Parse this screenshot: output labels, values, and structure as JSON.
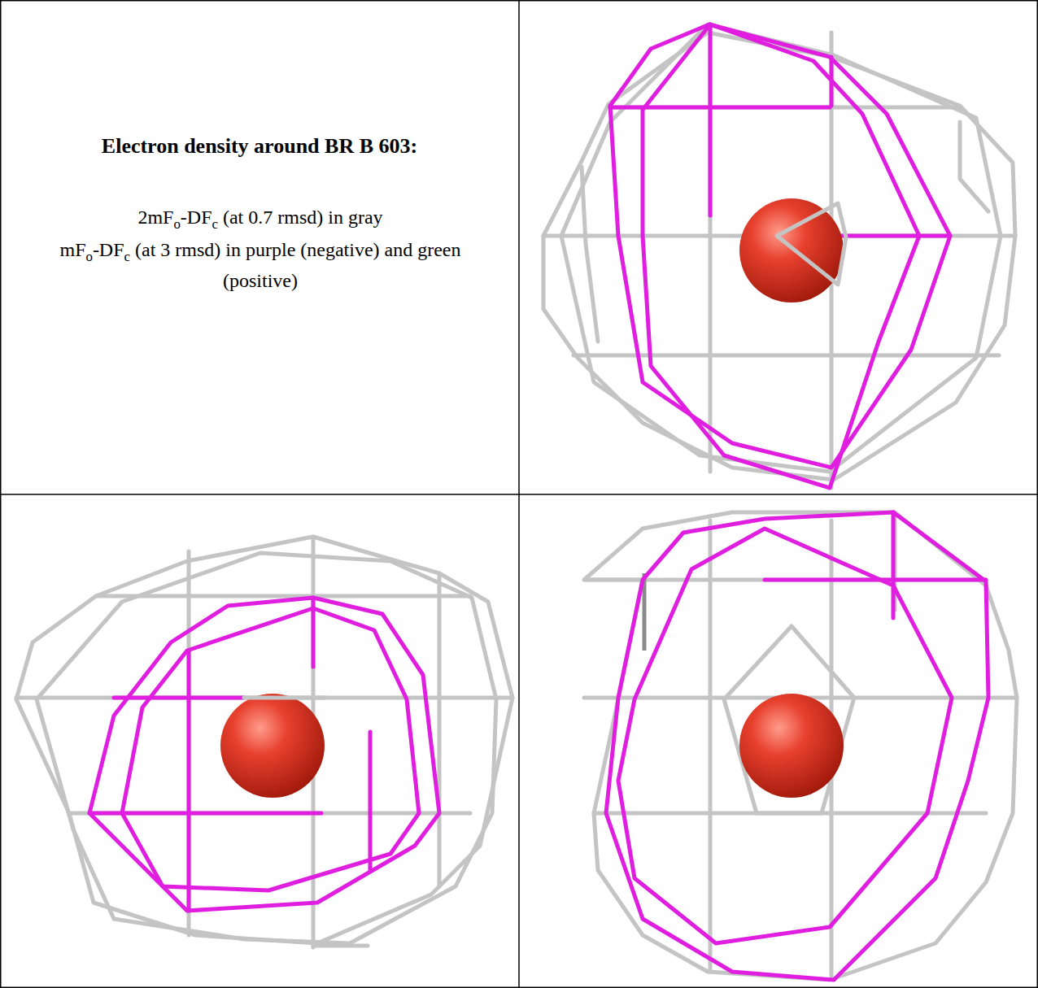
{
  "diagram": {
    "title": "Electron density around BR B 603:",
    "labels": [
      "2mFo-DFc (at 0.7 rmsd) in gray",
      "mFo-DFc (at 3 rmsd) in purple (negative) and green (positive)"
    ]
  }
}
